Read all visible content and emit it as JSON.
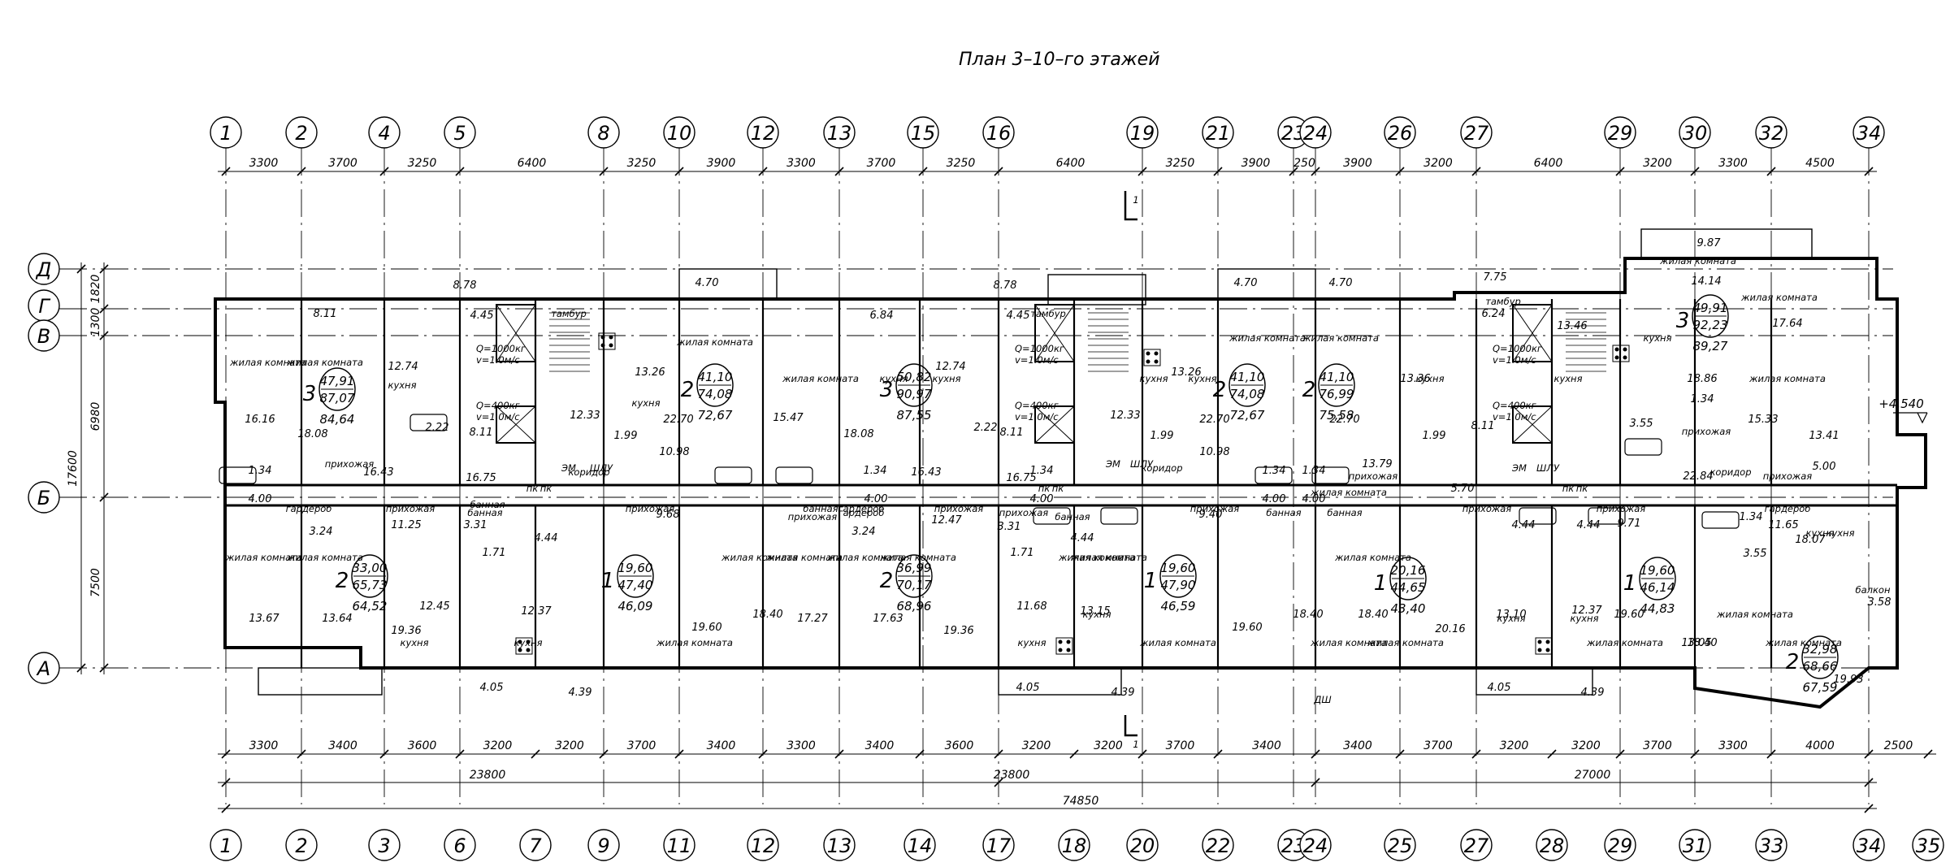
{
  "title": "План 3–10–го этажей",
  "axes_top": [
    "1",
    "2",
    "4",
    "5",
    "8",
    "10",
    "12",
    "13",
    "15",
    "16",
    "19",
    "21",
    "23",
    "24",
    "26",
    "27",
    "29",
    "30",
    "32",
    "34"
  ],
  "axes_bottom": [
    "1",
    "2",
    "3",
    "6",
    "7",
    "9",
    "11",
    "12",
    "13",
    "14",
    "17",
    "18",
    "20",
    "22",
    "23",
    "24",
    "25",
    "27",
    "28",
    "29",
    "31",
    "33",
    "34",
    "35"
  ],
  "axes_left": [
    "Д",
    "Г",
    "В",
    "Б",
    "А"
  ],
  "dims_top": [
    "3300",
    "3700",
    "3250",
    "6400",
    "3250",
    "3900",
    "3300",
    "3700",
    "3250",
    "6400",
    "3250",
    "3900",
    "250",
    "3900",
    "3200",
    "6400",
    "3200",
    "3300",
    "4500"
  ],
  "dims_bottom": [
    "3300",
    "3400",
    "3600",
    "3200",
    "3200",
    "3700",
    "3400",
    "3300",
    "3400",
    "3600",
    "3200",
    "3200",
    "3700",
    "3400",
    "3400",
    "3700",
    "3200",
    "3200",
    "3700",
    "3300",
    "4000",
    "2500"
  ],
  "dims_left": [
    "1820",
    "1300",
    "6980",
    "7500",
    "17600"
  ],
  "totals": {
    "seg1": "23800",
    "seg2": "23800",
    "seg3": "27000",
    "overall": "74850"
  },
  "elevation": "+4,540",
  "section_mark": "1",
  "room_labels": [
    {
      "t": "жилая комната"
    },
    {
      "t": "жилая комната"
    },
    {
      "t": "кухня"
    },
    {
      "t": "прихожая"
    },
    {
      "t": "гардероб"
    },
    {
      "t": "прихожая"
    },
    {
      "t": "банная"
    },
    {
      "t": "жилая комната"
    },
    {
      "t": "жилая комната"
    },
    {
      "t": "кухня"
    },
    {
      "t": "банная"
    },
    {
      "t": "кухня"
    },
    {
      "t": "жилая комната"
    },
    {
      "t": "кухня"
    },
    {
      "t": "прихожая"
    },
    {
      "t": "коридор"
    },
    {
      "t": "гардероб"
    },
    {
      "t": "ЭМ"
    },
    {
      "t": "ШЛУ"
    },
    {
      "t": "тамбур"
    },
    {
      "t": "жилая комната"
    },
    {
      "t": "кухня"
    },
    {
      "t": "прихожая"
    },
    {
      "t": "банная"
    },
    {
      "t": "жилая комната"
    },
    {
      "t": "жилая комната"
    },
    {
      "t": "жилая комната"
    },
    {
      "t": "кухня"
    },
    {
      "t": "жилая комната"
    },
    {
      "t": "жилая комната"
    },
    {
      "t": "кухня"
    },
    {
      "t": "прихожая"
    },
    {
      "t": "гардероб"
    },
    {
      "t": "прихожая"
    },
    {
      "t": "банная"
    },
    {
      "t": "жилая комната"
    },
    {
      "t": "жилая комната"
    },
    {
      "t": "кухня"
    },
    {
      "t": "кухня"
    },
    {
      "t": "жилая комната"
    },
    {
      "t": "жилая комната"
    },
    {
      "t": "ЭМ"
    },
    {
      "t": "ШЛУ"
    },
    {
      "t": "коридор"
    },
    {
      "t": "тамбур"
    },
    {
      "t": "жилая комната"
    },
    {
      "t": "кухня"
    },
    {
      "t": "прихожая"
    },
    {
      "t": "банная"
    },
    {
      "t": "жилая комната"
    },
    {
      "t": "кухня"
    },
    {
      "t": "жилая комната"
    },
    {
      "t": "прихожая"
    },
    {
      "t": "банная"
    },
    {
      "t": "жилая комната"
    },
    {
      "t": "кухня"
    },
    {
      "t": "прихожая"
    },
    {
      "t": "кухня"
    },
    {
      "t": "жилая комната"
    },
    {
      "t": "тамбур"
    },
    {
      "t": "ЭМ"
    },
    {
      "t": "ШЛУ"
    },
    {
      "t": "кухня"
    },
    {
      "t": "кухня"
    },
    {
      "t": "прихожая"
    },
    {
      "t": "жилая комната"
    },
    {
      "t": "жилая комната"
    },
    {
      "t": "жилая комната"
    },
    {
      "t": "кухня"
    },
    {
      "t": "жилая комната"
    },
    {
      "t": "прихожая"
    },
    {
      "t": "коридор"
    },
    {
      "t": "прихожая"
    },
    {
      "t": "гардероб"
    },
    {
      "t": "кухня"
    },
    {
      "t": "жилая комната"
    },
    {
      "t": "жилая комната"
    },
    {
      "t": "балкон"
    },
    {
      "t": "пк"
    },
    {
      "t": "пк"
    },
    {
      "t": "пк"
    },
    {
      "t": "пк"
    },
    {
      "t": "пк"
    },
    {
      "t": "пк"
    },
    {
      "t": "ДШ"
    }
  ],
  "areas": [
    "8.11",
    "16.16",
    "18.08",
    "12.74",
    "2.22",
    "8.11",
    "12.33",
    "16.43",
    "16.75",
    "1.34",
    "4.00",
    "3.24",
    "11.25",
    "3.31",
    "1.71",
    "4.44",
    "13.67",
    "13.64",
    "19.36",
    "12.45",
    "12.37",
    "4.05",
    "4.39",
    "8.78",
    "4.45",
    "13.26",
    "1.99",
    "22.70",
    "10.98",
    "9.68",
    "19.60",
    "18.40",
    "4.70",
    "1.34",
    "4.00",
    "15.47",
    "18.08",
    "12.74",
    "2.22",
    "8.11",
    "6.84",
    "1.34",
    "4.00",
    "16.43",
    "16.75",
    "3.24",
    "12.47",
    "3.31",
    "1.71",
    "4.44",
    "17.27",
    "17.63",
    "19.36",
    "11.68",
    "13.15",
    "4.05",
    "4.39",
    "8.78",
    "4.45",
    "12.33",
    "13.26",
    "1.99",
    "22.70",
    "10.98",
    "9.40",
    "19.60",
    "18.40",
    "4.70",
    "1.34",
    "4.00",
    "4.70",
    "22.70",
    "13.36",
    "13.79",
    "1.34",
    "4.00",
    "1.99",
    "18.40",
    "20.16",
    "5.70",
    "7.75",
    "6.24",
    "13.46",
    "8.11",
    "4.44",
    "4.44",
    "13.10",
    "12.37",
    "4.05",
    "4.39",
    "14.14",
    "18.86",
    "9.87",
    "17.64",
    "1.34",
    "15.33",
    "3.55",
    "13.41",
    "22.84",
    "5.00",
    "9.71",
    "11.65",
    "18.07",
    "1.34",
    "3.55",
    "19.60",
    "13.05",
    "18.40",
    "3.58",
    "19.93"
  ],
  "apartments": [
    {
      "rooms": "3",
      "area_a": "47,91",
      "area_b": "87,07",
      "total": "84,64"
    },
    {
      "rooms": "2",
      "area_a": "41,10",
      "area_b": "74,08",
      "total": "72,67"
    },
    {
      "rooms": "3",
      "area_a": "50,82",
      "area_b": "90,97",
      "total": "87,55"
    },
    {
      "rooms": "2",
      "area_a": "41,10",
      "area_b": "74,08",
      "total": "72,67"
    },
    {
      "rooms": "2",
      "area_a": "41,10",
      "area_b": "76,99",
      "total": "75,58"
    },
    {
      "rooms": "3",
      "area_a": "49,91",
      "area_b": "92,23",
      "total": "89,27"
    },
    {
      "rooms": "2",
      "area_a": "33,00",
      "area_b": "65,73",
      "total": "64,52"
    },
    {
      "rooms": "1",
      "area_a": "19,60",
      "area_b": "47,40",
      "total": "46,09"
    },
    {
      "rooms": "2",
      "area_a": "36,99",
      "area_b": "70,17",
      "total": "68,96"
    },
    {
      "rooms": "1",
      "area_a": "19,60",
      "area_b": "47,90",
      "total": "46,59"
    },
    {
      "rooms": "1",
      "area_a": "20,16",
      "area_b": "44,65",
      "total": "43,40"
    },
    {
      "rooms": "1",
      "area_a": "19,60",
      "area_b": "46,14",
      "total": "44,83"
    },
    {
      "rooms": "2",
      "area_a": "32,98",
      "area_b": "68,66",
      "total": "67,59"
    }
  ],
  "lift_specs": [
    "Q=1000кг",
    "v=1.0м/с",
    "Q=400кг",
    "v=1.0м/с"
  ]
}
